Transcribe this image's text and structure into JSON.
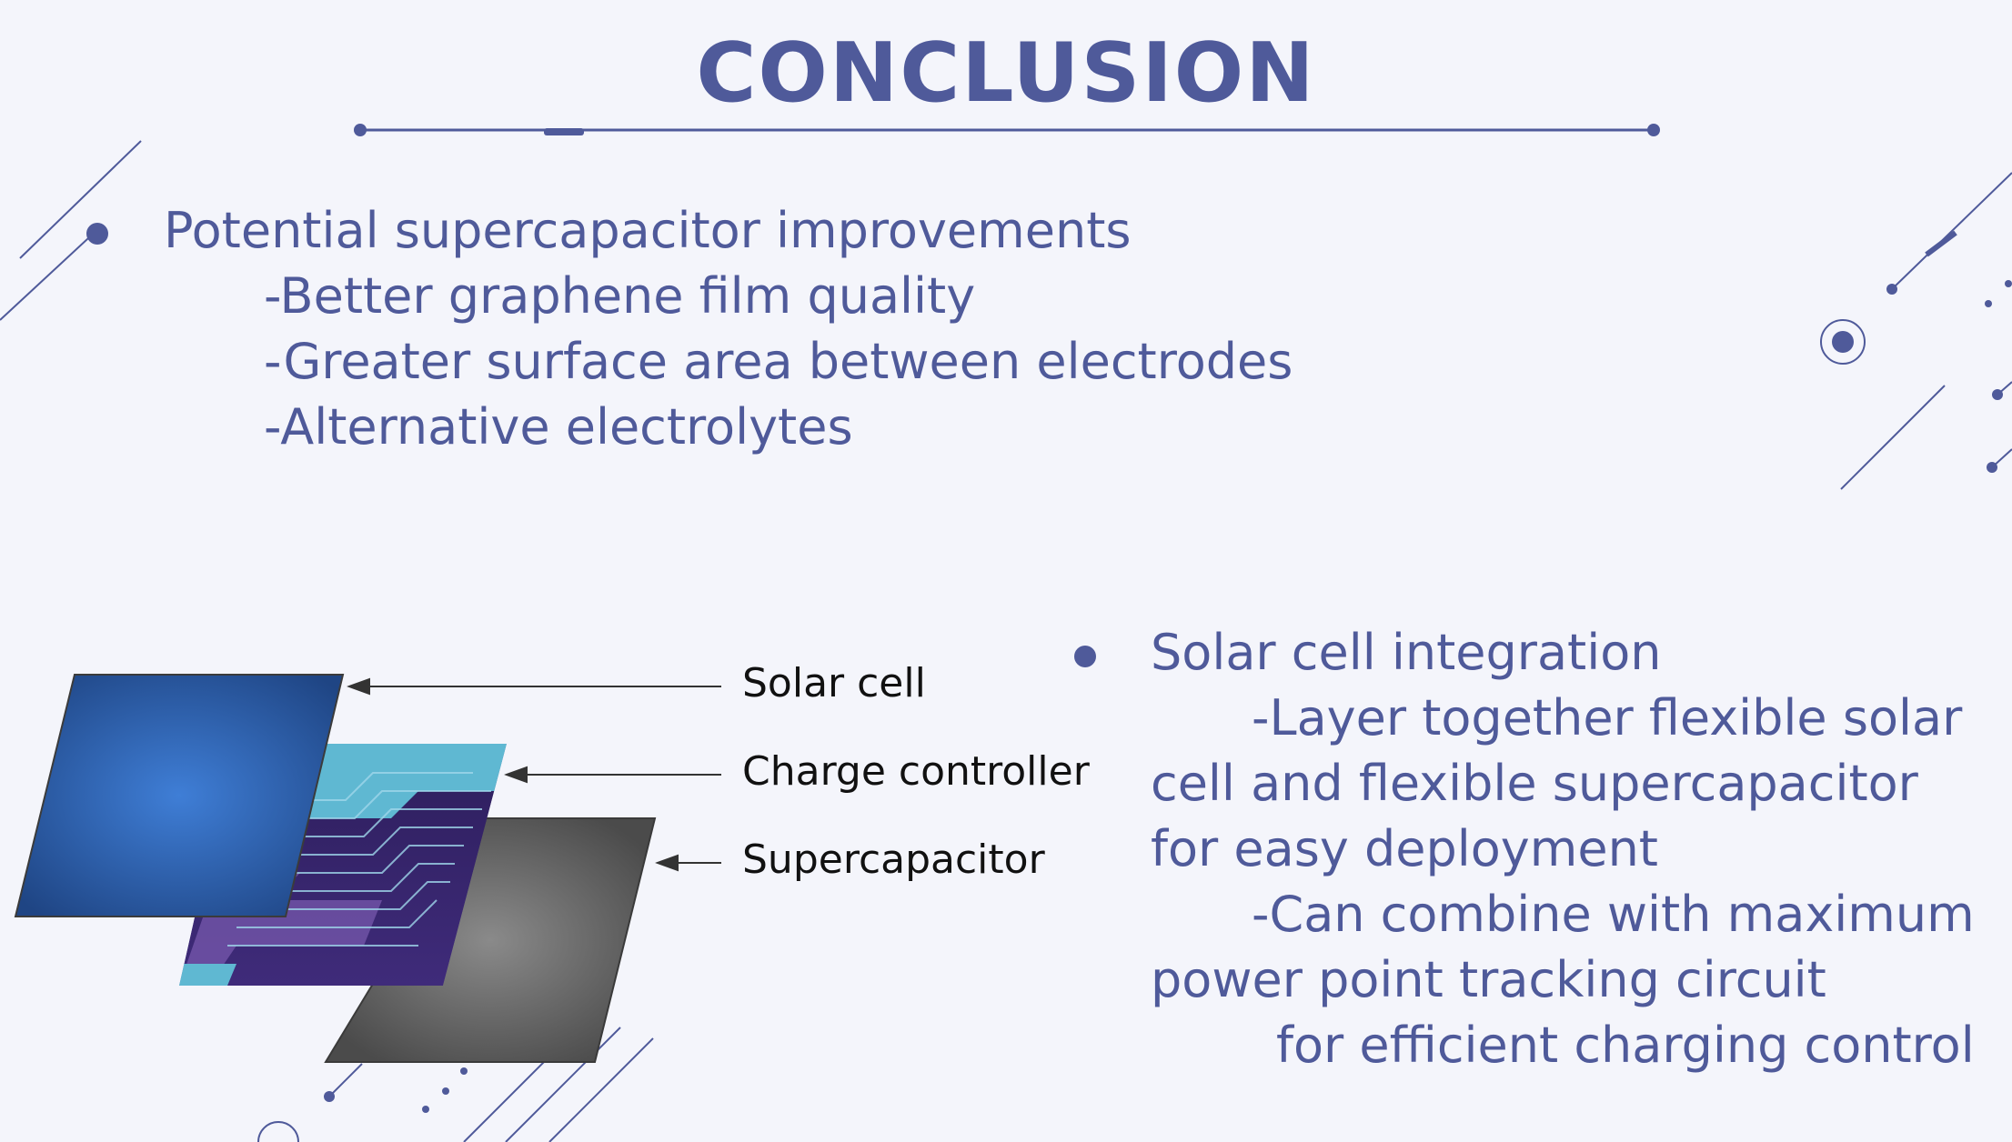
{
  "title": "CONCLUSION",
  "left_section": {
    "heading": "Potential supercapacitor improvements",
    "items": [
      "-Better graphene film quality",
      "-Greater surface area between electrodes",
      "-Alternative electrolytes"
    ]
  },
  "diagram": {
    "labels": {
      "solar_cell": "Solar cell",
      "charge_controller": "Charge controller",
      "supercapacitor": "Supercapacitor"
    }
  },
  "right_section": {
    "heading": "Solar cell integration",
    "lines": [
      "-Layer together flexible solar",
      "cell and flexible supercapacitor",
      "for easy deployment",
      "-Can combine with maximum",
      "power point tracking circuit",
      "for efficient charging control"
    ]
  },
  "colors": {
    "accent": "#4f5a9a",
    "background": "#f4f5fb",
    "solar_blue": "#2e62b0",
    "circuit_purple": "#3a2a6e",
    "capacitor_gray": "#5a5a5a"
  }
}
